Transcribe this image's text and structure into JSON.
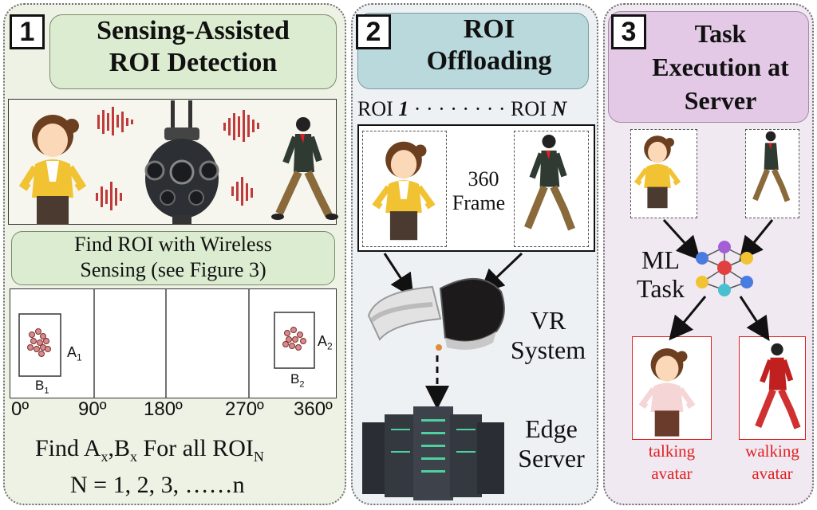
{
  "panel1": {
    "number": "1",
    "title_line1": "Sensing-Assisted",
    "title_line2": "ROI Detection",
    "subtitle_line1": "Find ROI with Wireless",
    "subtitle_line2": "Sensing (see Figure 3)",
    "roi_a1": "A",
    "roi_a1_sub": "1",
    "roi_b1": "B",
    "roi_b1_sub": "1",
    "roi_a2": "A",
    "roi_a2_sub": "2",
    "roi_b2": "B",
    "roi_b2_sub": "2",
    "angle_ticks": [
      "0º",
      "90º",
      "180º",
      "270º",
      "360º"
    ],
    "formula_find": "Find A",
    "formula_x1": "x",
    "formula_comma": ",B",
    "formula_x2": "x",
    "formula_for": " For all ROI",
    "formula_N": "N",
    "formula_line2": "N = 1, 2, 3, ……n"
  },
  "panel2": {
    "number": "2",
    "title_line1": "ROI",
    "title_line2": "Offloading",
    "roi_first": "ROI ",
    "roi_first_idx": "1",
    "roi_dots": "· · · · · · · ·",
    "roi_last": "ROI ",
    "roi_last_idx": "N",
    "frame_line1": "360",
    "frame_line2": "Frame",
    "vr_line1": "VR",
    "vr_line2": "System",
    "edge_line1": "Edge",
    "edge_line2": "Server"
  },
  "panel3": {
    "number": "3",
    "title_line1": "Task",
    "title_line2": "Execution at",
    "title_line3": "Server",
    "ml_line1": "ML",
    "ml_line2": "Task",
    "output1_line1": "talking",
    "output1_line2": "avatar",
    "output2_line1": "walking",
    "output2_line2": "avatar"
  },
  "colors": {
    "panel1_bg": "#edf2e4",
    "panel2_bg": "#eef1f4",
    "panel3_bg": "#f1e9f2",
    "title1_bg": "#dbecd0",
    "title2_bg": "#b9d9dd",
    "title3_bg": "#e3c9e6",
    "avatar_red": "#e02020",
    "wave_red": "#c0393b"
  },
  "icons": [
    "woman-figure",
    "walking-man-figure",
    "360-camera-icon",
    "vr-headset-icon",
    "server-rack-icon",
    "neural-network-icon"
  ]
}
